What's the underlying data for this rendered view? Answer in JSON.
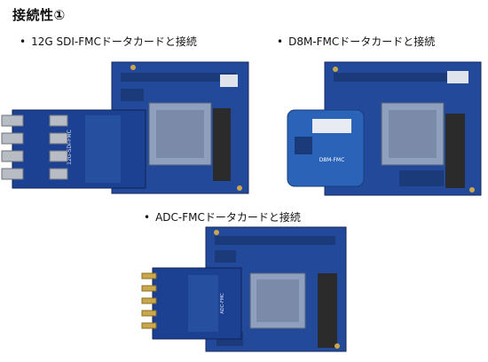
{
  "page": {
    "title": "接続性①"
  },
  "sections": [
    {
      "bullet": "•",
      "label": "12G SDI-FMCドータカードと接続"
    },
    {
      "bullet": "•",
      "label": "D8M-FMCドータカードと接続"
    },
    {
      "bullet": "•",
      "label": "ADC-FMCドータカードと接続"
    }
  ],
  "board_labels": {
    "sdi_daughter": "12G-SDI-FMC",
    "d8m_daughter": "D8M-FMC",
    "adc_daughter": "ADC-FMC"
  },
  "colors": {
    "pcb_blue": "#234a9a",
    "pcb_dark": "#1b3a7a",
    "fpga": "#8fa0bf",
    "connector": "#2b2b2b",
    "gold": "#c9a74a",
    "silver": "#b8bcc4"
  }
}
